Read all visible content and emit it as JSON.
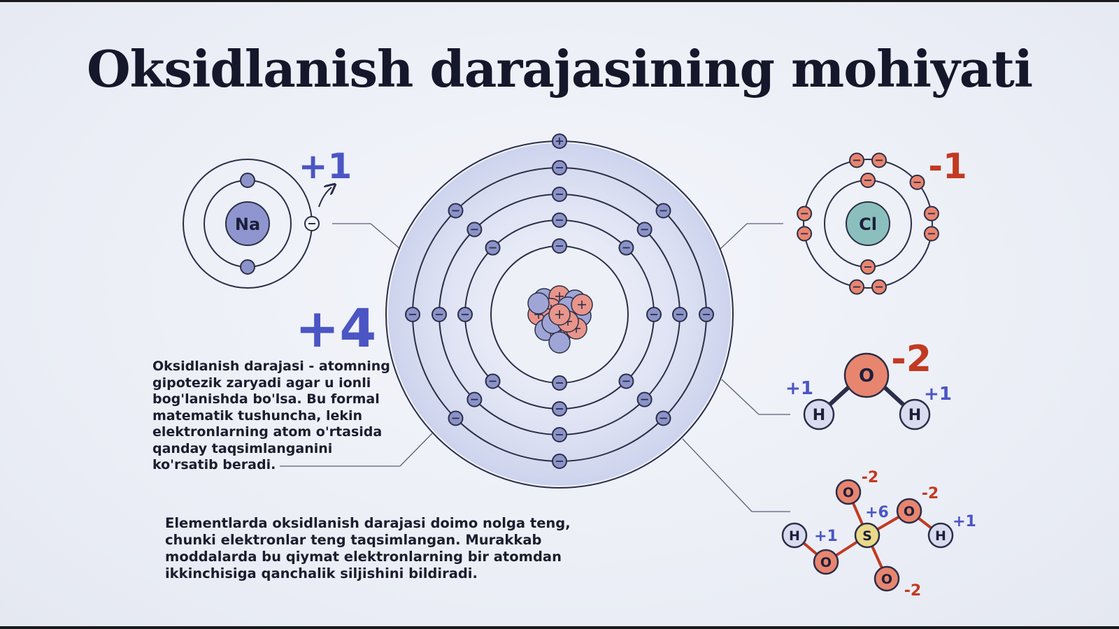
{
  "title": "Oksidlanish darajasining mohiyati",
  "center_atom": {
    "oxidation_state": "+4"
  },
  "sodium": {
    "symbol": "Na",
    "oxidation_state": "+1",
    "lost_electron": "−"
  },
  "chlorine": {
    "symbol": "Cl",
    "oxidation_state": "-1"
  },
  "water": {
    "oxygen": "O",
    "oxygen_state": "-2",
    "hydrogen": "H",
    "h_left_state": "+1",
    "h_right_state": "+1"
  },
  "sulfuric_acid": {
    "sulfur": "S",
    "sulfur_state": "+6",
    "oxygen": "O",
    "hydrogen": "H",
    "o_top_state": "-2",
    "o_right_state": "-2",
    "o_bottom_state": "-2",
    "h_left_state": "+1",
    "h_right_state": "+1"
  },
  "description_1": "Oksidlanish darajasi - atomning gipotezik zaryadi agar u ionli bog'lanishda bo'lsa. Bu formal matematik tushuncha, lekin elektronlarning atom o'rtasida qanday taqsimlanganini ko'rsatib beradi.",
  "description_2": "Elementlarda oksidlanish darajasi doimo nolga teng, chunki elektronlar teng taqsimlangan. Murakkab moddalarda bu qiymat elektronlarning bir atomdan ikkinchisiga qanchalik siljishini bildiradi.",
  "colors": {
    "positive": "#4b55c4",
    "negative": "#c23a22",
    "electron_fill": "#8b93c9",
    "sodium_fill": "#8f96cf",
    "chlorine_fill": "#8bbfbd",
    "oxygen_fill": "#e8856f",
    "sulfur_fill": "#e9d98a",
    "hydrogen_fill": "#d9dcef"
  }
}
